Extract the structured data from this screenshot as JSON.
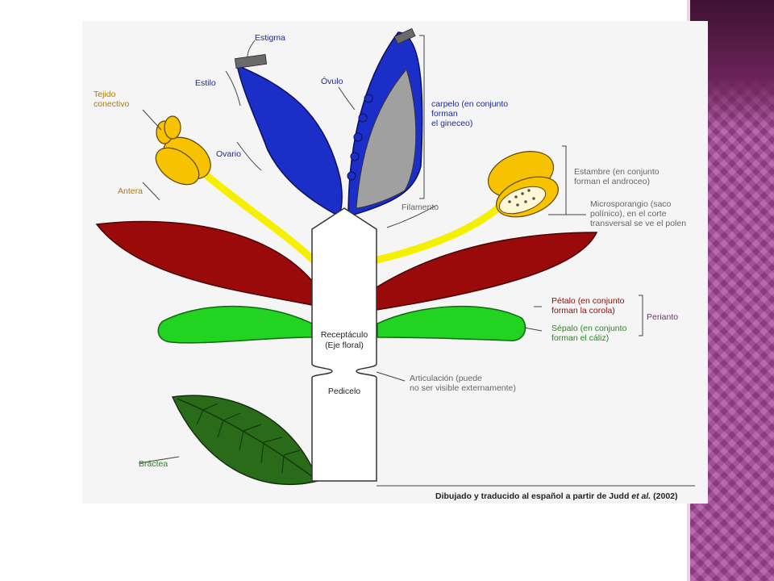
{
  "colors": {
    "petal": "#9b0a0a",
    "sepal": "#22d322",
    "carpel": "#1b2fc8",
    "ovary_interior": "#a0a0a0",
    "stamen_filament": "#f5f000",
    "anther": "#f7c200",
    "bract": "#2a6b1a",
    "receptacle": "#ffffff",
    "side_panel": "#a8469a"
  },
  "labels": {
    "estigma": "Estigma",
    "estilo": "Estilo",
    "ovulo": "Óvulo",
    "ovario": "Ovario",
    "tejido_1": "Tejido",
    "tejido_2": "conectivo",
    "antera": "Antera",
    "carpelo_1": "carpelo (en conjunto",
    "carpelo_2": "forman",
    "carpelo_3": "el gineceo)",
    "estambre_1": "Estambre (en conjunto",
    "estambre_2": "forman el androceo)",
    "filamento": "Filamento",
    "micro_1": "Microsporangio (saco",
    "micro_2": "polínico), en el corte",
    "micro_3": "transversal se ve el polen",
    "petalo_1": "Pétalo (en conjunto",
    "petalo_2": "forman la corola)",
    "perianto": "Perianto",
    "sepalo_1": "Sépalo (en conjunto",
    "sepalo_2": "forman el cáliz)",
    "receptaculo_1": "Receptáculo",
    "receptaculo_2": "(Eje floral)",
    "articulacion_1": "Articulación (puede",
    "articulacion_2": "no ser visible externamente)",
    "pedicelo": "Pedicelo",
    "bractea": "Bráctea",
    "credit_main": "Dibujado y traducido al español a partir de Judd ",
    "credit_etal": "et al.",
    "credit_year": " (2002)"
  }
}
